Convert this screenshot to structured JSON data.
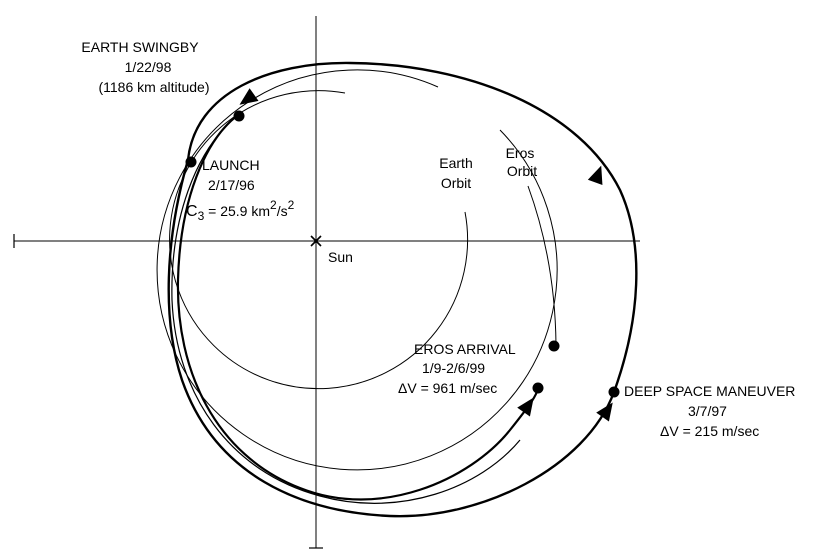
{
  "labels": {
    "earth_swingby": {
      "title": "EARTH SWINGBY",
      "date": "1/22/98",
      "altitude": "(1186 km altitude)"
    },
    "launch": {
      "title": "LAUNCH",
      "date": "2/17/96",
      "c3_prefix": "C",
      "c3_sub": "3",
      "c3_eq": " = 25.9 km",
      "c3_sup1": "2",
      "c3_mid": "/s",
      "c3_sup2": "2"
    },
    "earth_orbit": {
      "line1": "Earth",
      "line2": "Orbit"
    },
    "eros_orbit": {
      "line1": "Eros",
      "line2": "Orbit"
    },
    "sun": "Sun",
    "eros_arrival": {
      "title": "EROS  ARRIVAL",
      "date": "1/9-2/6/99",
      "dv": "ΔV = 961 m/sec"
    },
    "dsm": {
      "title": "DEEP SPACE MANEUVER",
      "date": "3/7/97",
      "dv": "ΔV = 215 m/sec"
    }
  },
  "colors": {
    "ink": "#000000",
    "background": "#ffffff"
  }
}
